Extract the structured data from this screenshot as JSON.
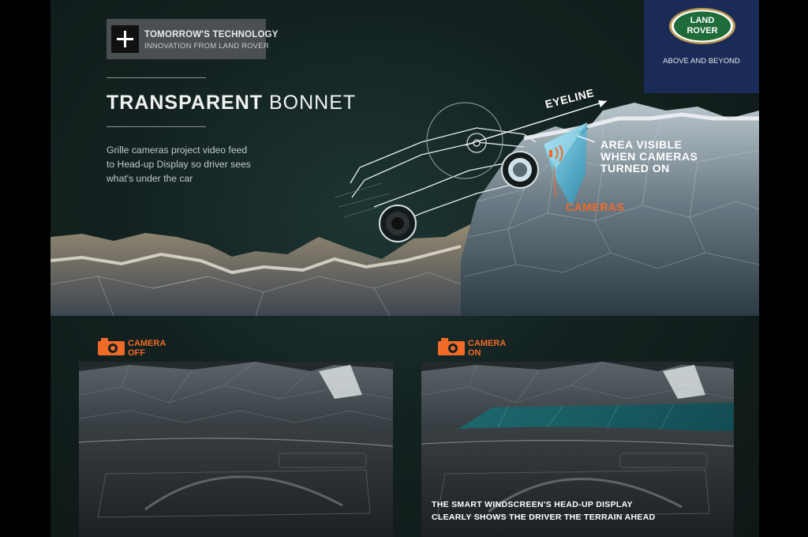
{
  "header": {
    "badge_line1": "TOMORROW'S TECHNOLOGY",
    "badge_line2": "INNOVATION FROM LAND ROVER",
    "plus_icon": "plus-icon"
  },
  "brand": {
    "logo_line1": "LAND",
    "logo_line2": "ROVER",
    "tagline": "ABOVE AND BEYOND",
    "colors": {
      "block": "#1b2b57",
      "logo_green": "#1f6b3a",
      "logo_gold": "#b99a54"
    }
  },
  "title": {
    "bold": "TRANSPARENT",
    "regular": "BONNET"
  },
  "description": {
    "line1": "Grille cameras project video feed",
    "line2": "to Head-up Display so driver sees",
    "line3": "what's under the car"
  },
  "diagram": {
    "eyeline": "EYELINE",
    "area_line1": "AREA VISIBLE",
    "area_line2": "WHEN CAMERAS",
    "area_line3": "TURNED ON",
    "cameras": "CAMERAS",
    "accent_color": "#f06a28"
  },
  "comparison": {
    "left": {
      "line1": "CAMERA",
      "line2": "OFF",
      "icon": "camera-icon"
    },
    "right": {
      "line1": "CAMERA",
      "line2": "ON",
      "icon": "camera-icon"
    },
    "caption_line1": "THE SMART WINDSCREEN'S HEAD-UP DISPLAY",
    "caption_line2": "CLEARLY SHOWS THE DRIVER THE TERRAIN AHEAD"
  }
}
